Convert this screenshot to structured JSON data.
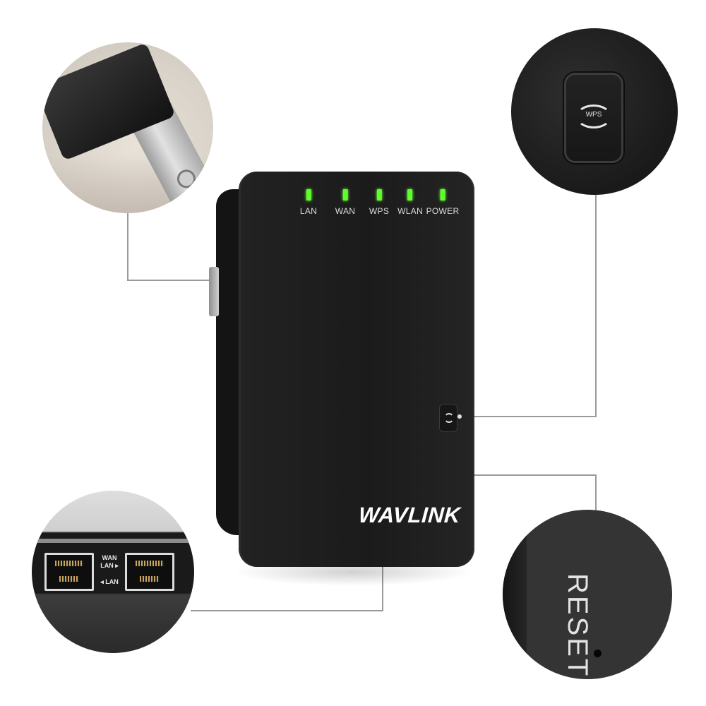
{
  "device": {
    "brand": "WAVLINK",
    "led_color": "#5cff2a",
    "body_color": "#1c1c1c",
    "leds": [
      {
        "label": "LAN"
      },
      {
        "label": "WAN"
      },
      {
        "label": "WPS"
      },
      {
        "label": "WLAN"
      },
      {
        "label": "POWER"
      }
    ]
  },
  "callouts": {
    "plug": {
      "icon": "power-plug-icon"
    },
    "wps": {
      "label": "WPS",
      "icon": "wps-sync-icon"
    },
    "ports": {
      "wan_label": "WAN",
      "lan_top_label": "LAN",
      "lan_bottom_label": "LAN"
    },
    "reset": {
      "label": "RESET"
    }
  }
}
